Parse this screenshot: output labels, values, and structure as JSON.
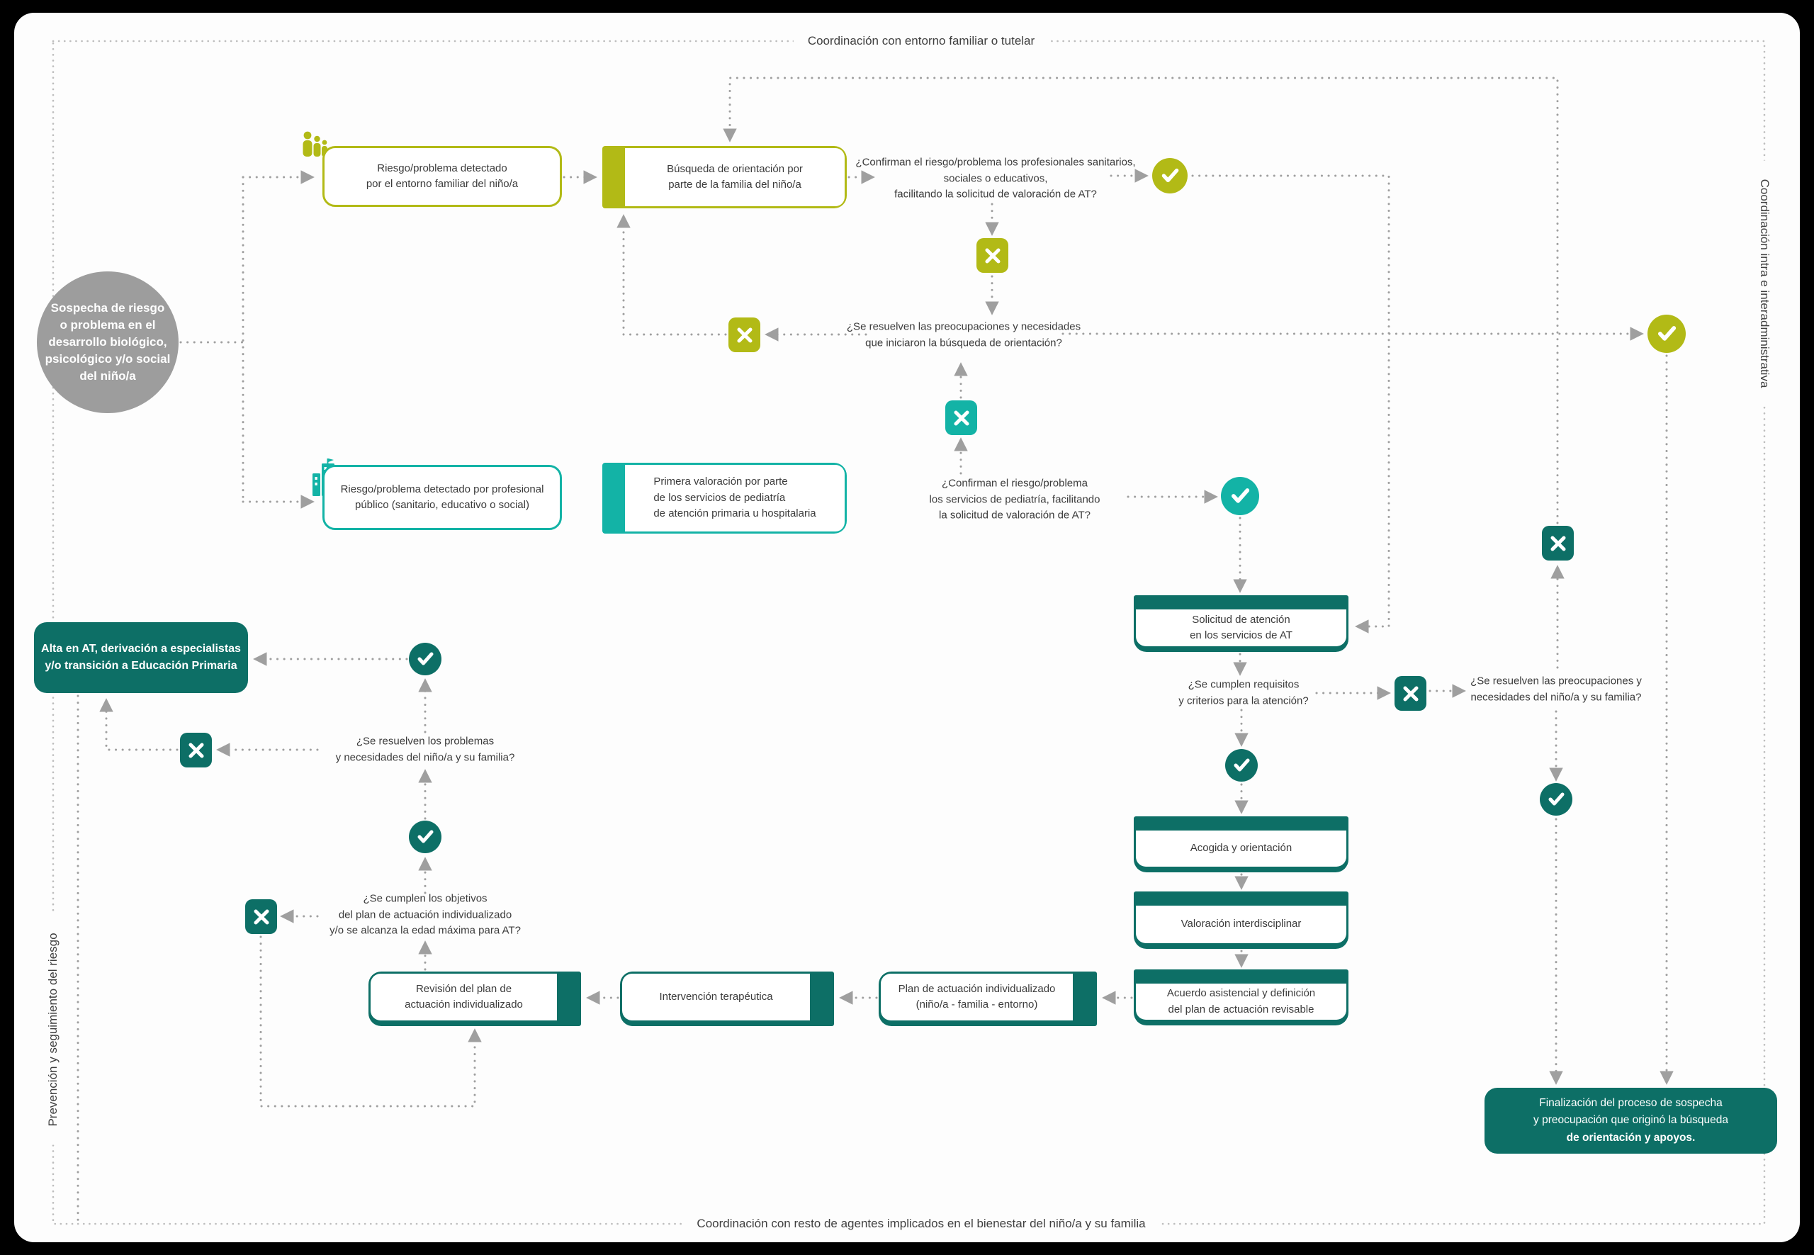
{
  "frame": {
    "top_label": "Coordinación con entorno familiar o tutelar",
    "bottom_label": "Coordinación con resto de agentes implicados en el bienestar del niño/a y su familia",
    "right_label": "Coordinación intra e interadministrativa",
    "left_label": "Prevención y seguimiento del riesgo"
  },
  "start_circle": {
    "text": "Sospecha de riesgo\no problema en el\ndesarrollo biológico,\npsicológico y/o social\ndel niño/a"
  },
  "family_path": {
    "detected_box": "Riesgo/problema detectado\npor el entorno familiar del niño/a",
    "search_box": "Búsqueda de orientación por\nparte de la familia del niño/a",
    "q_confirm_professionals": "¿Confirman el riesgo/problema los profesionales sanitarios,\nsociales o educativos,\nfacilitando la solicitud de valoración de AT?",
    "q_concerns_resolved": "¿Se resuelven las preocupaciones y necesidades\nque iniciaron la búsqueda de orientación?"
  },
  "professional_path": {
    "detected_box": "Riesgo/problema detectado por profesional\npúblico (sanitario, educativo o social)",
    "first_assessment_box": "Primera valoración por parte\nde los servicios de pediatría\nde atención primaria u hospitalaria",
    "q_confirm_pediatrics": "¿Confirman el riesgo/problema\nlos servicios de pediatría, facilitando\nla solicitud de valoración de AT?"
  },
  "at_services": {
    "request_box": "Solicitud de atención\nen los servicios de AT",
    "q_requirements": "¿Se cumplen requisitos\ny criterios para la atención?",
    "q_family_needs": "¿Se resuelven las preocupaciones y\nnecesidades del niño/a y su familia?",
    "welcome_box": "Acogida y orientación",
    "assessment_box": "Valoración interdisciplinar",
    "agreement_box": "Acuerdo asistencial y definición\ndel plan de actuación revisable",
    "plan_box": "Plan de actuación individualizado\n(niño/a - familia - entorno)",
    "therapy_box": "Intervención terapéutica",
    "review_box": "Revisión del plan de\nactuación individualizado",
    "q_objectives": "¿Se cumplen los objetivos\ndel plan de actuación individualizado\ny/o se alcanza la edad máxima para AT?",
    "q_problems_resolved": "¿Se resuelven los problemas\ny necesidades del niño/a y su familia?",
    "discharge_box": "Alta en AT, derivación a especialistas\ny/o transición a Educación Primaria",
    "finalization_line1": "Finalización del proceso de sospecha\ny preocupación que originó la búsqueda",
    "finalization_bold": "de orientación y apoyos."
  },
  "colors": {
    "olive": "#b2ba16",
    "teal": "#13b3a6",
    "dark_teal": "#0d6f66",
    "gray_circle": "#9d9d9d",
    "connector_gray": "#9f9f9f"
  }
}
